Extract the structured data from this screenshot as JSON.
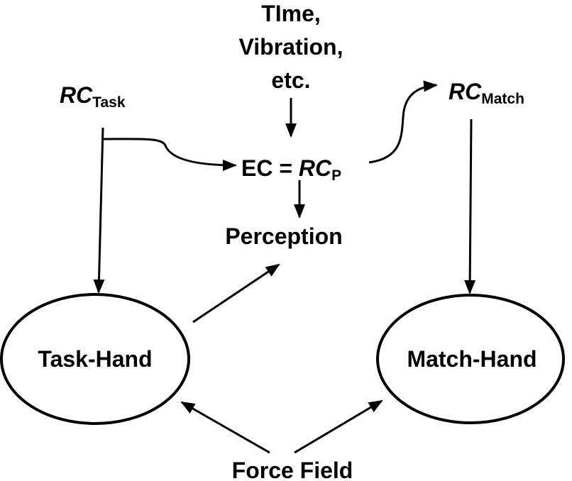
{
  "diagram": {
    "stimulus": {
      "line1": "TIme,",
      "line2": "Vibration,",
      "line3": "etc."
    },
    "rc_task": {
      "base": "RC",
      "sub": "Task"
    },
    "rc_match": {
      "base": "RC",
      "sub": "Match"
    },
    "ec": {
      "prefix": "EC = ",
      "rc": "RC",
      "sub": "P"
    },
    "perception": "Perception",
    "task_hand": "Task-Hand",
    "match_hand": "Match-Hand",
    "force_field": "Force Field"
  }
}
